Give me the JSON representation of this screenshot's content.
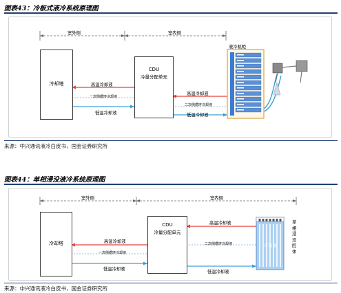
{
  "figure1": {
    "title": "图表43：冷板式液冷系统原理图",
    "outdoor": "室外侧",
    "indoor": "室内侧",
    "cooling_tower": "冷却塔",
    "cdu_line1": "CDU",
    "cdu_line2": "冷量分配单元",
    "cabinet": "液冷机柜",
    "hot_left": "高温冷却液",
    "primary_loop": "一次侧循环冷却液",
    "cold_left": "低温冷却液",
    "hot_right": "高温冷却液",
    "secondary_loop": "二次侧循环冷却液",
    "cold_right": "低温冷却液",
    "source": "来源：中兴通讯液冷白皮书，国金证券研究所"
  },
  "figure2": {
    "title": "图表44：单相浸没液冷系统原理图",
    "outdoor": "室外侧",
    "indoor": "室内侧",
    "cooling_tower": "冷却塔",
    "cdu_line1": "CDU",
    "cdu_line2": "冷量分配单元",
    "it_device": "IT设备",
    "tank_label": "单相浸没腔体",
    "hot_right": "高温冷却液",
    "hot_left": "高温冷却液",
    "primary_loop": "一次侧循环冷却液",
    "secondary_loop": "二次侧循环冷却液",
    "cold_left": "低温冷却液",
    "cold_right": "低温冷却液",
    "source": "来源：中兴通讯液冷白皮书，国金证券研究所"
  },
  "colors": {
    "hot": "#e8403a",
    "cold": "#3aa0d8",
    "rule": "#1f3f73",
    "cabinet_blue": "#5b8fd6",
    "cabinet_frame": "#d9a441"
  }
}
